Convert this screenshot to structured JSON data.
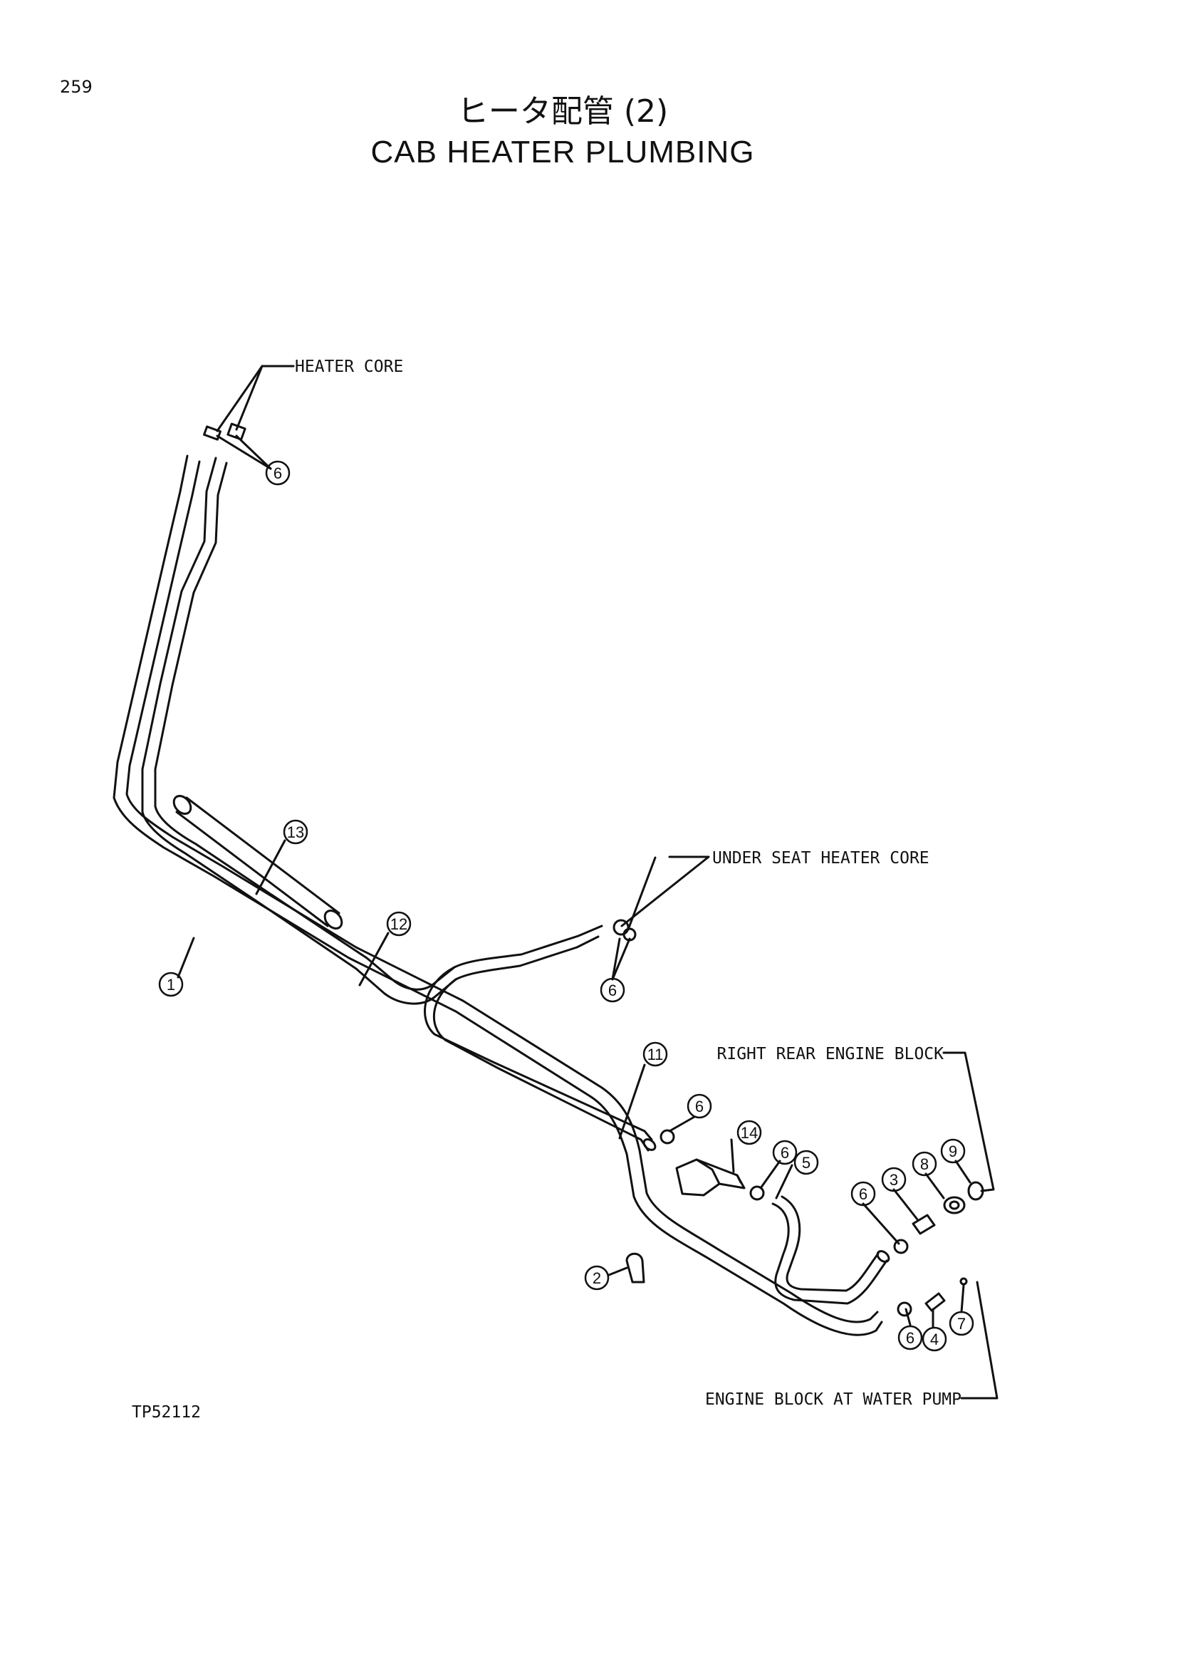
{
  "page": {
    "number": "259",
    "title_jp": "ヒータ配管 (2)",
    "title_en": "CAB HEATER PLUMBING",
    "figure_code": "TP52112"
  },
  "labels": {
    "heater_core": "HEATER CORE",
    "under_seat_heater_core": "UNDER SEAT HEATER CORE",
    "right_rear_engine_block": "RIGHT REAR ENGINE BLOCK",
    "engine_block_at_water_pump": "ENGINE BLOCK AT WATER PUMP"
  },
  "part_numbers": {
    "p1": "1",
    "p2": "2",
    "p3": "3",
    "p4": "4",
    "p5": "5",
    "p6": "6",
    "p7": "7",
    "p8": "8",
    "p9": "9",
    "p11": "11",
    "p12": "12",
    "p13": "13",
    "p14": "14"
  }
}
